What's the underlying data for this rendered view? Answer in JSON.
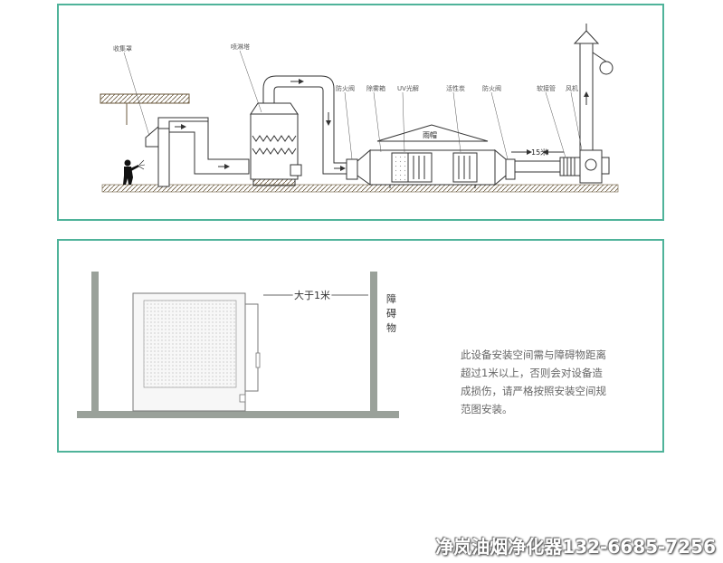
{
  "diagram_top": {
    "labels": {
      "hood": "收集罩",
      "spray_tower": "喷淋塔",
      "fire_valve_1": "防火阀",
      "demister": "除雾箱",
      "uv": "UV光解",
      "carbon": "活性炭",
      "fire_valve_2": "防火阀",
      "flex_pipe": "软接管",
      "fan": "风机",
      "rain_cap": "雨帽",
      "distance": "15米"
    }
  },
  "diagram_bottom": {
    "distance_label": "大于1米",
    "obstacle_label": [
      "障",
      "碍",
      "物"
    ],
    "note_lines": [
      "此设备安装空间需与障碍物距离",
      "超过1米以上，否则会对设备造",
      "成损伤，请严格按照安装空间规",
      "范图安装。"
    ]
  },
  "watermark": "净岚油烟净化器132-6685-7256",
  "colors": {
    "frame_border": "#4fb39a",
    "ground": "#9aa19a",
    "equipment_stroke": "#333333"
  }
}
